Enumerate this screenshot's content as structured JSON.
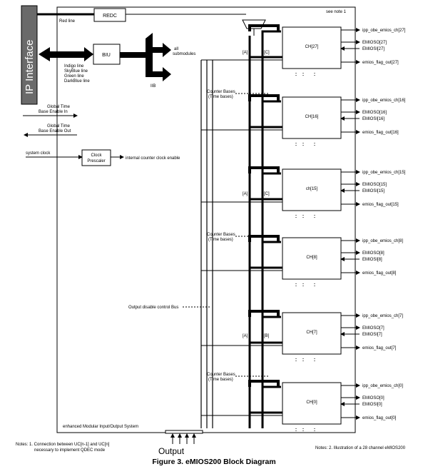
{
  "ip_interface": "IP Interface",
  "redc": {
    "label": "REDC",
    "line": "Red line"
  },
  "biu": {
    "label": "BIU",
    "lines": [
      "Indigo line",
      "SkyBlue line",
      "Green line",
      "DarkBlue line"
    ]
  },
  "iib": {
    "label": "IIB",
    "all_submodules": [
      "all",
      "submodules"
    ]
  },
  "note1_ref": "see note 1",
  "left_signals": {
    "gtbe_in": [
      "Global Time",
      "Base Enable In"
    ],
    "gtbe_out": [
      "Global Time",
      "Base Enable Out"
    ],
    "system_clock": "system clock"
  },
  "clock_prescaler": {
    "label": [
      "Clock",
      "Prescaler"
    ],
    "output": "internal counter clock enable"
  },
  "counter_bases": [
    "Counter Bases",
    "(Time bases)"
  ],
  "bus_labels": {
    "a": "[A]",
    "c": "[C]",
    "b": "[B]"
  },
  "output_disable_bus": "Output disable control Bus",
  "system_label": "enhanced Modular Input/Output System",
  "channels": [
    {
      "name": "CH[27]",
      "obe": "ipp_obe_emios_ch[27]",
      "emios_o": "EMIOSO[27]",
      "emios_i": "EMIOSI[27]",
      "flag": "emios_flag_out[27]"
    },
    {
      "name": "CH[16]",
      "obe": "ipp_obe_emios_ch[16]",
      "emios_o": "EMIOSO[16]",
      "emios_i": "EMIOSI[16]",
      "flag": "emios_flag_out[16]"
    },
    {
      "name": "ch[15]",
      "obe": "ipp_obe_emios_ch[15]",
      "emios_o": "EMIOSO[15]",
      "emios_i": "EMIOSI[15]",
      "flag": "emios_flag_out[15]"
    },
    {
      "name": "CH[8]",
      "obe": "ipp_obe_emios_ch[8]",
      "emios_o": "EMIOSO[8]",
      "emios_i": "EMIOSI[8]",
      "flag": "emios_flag_out[8]"
    },
    {
      "name": "CH[7]",
      "obe": "ipp_obe_emios_ch[7]",
      "emios_o": "EMIOSO[7]",
      "emios_i": "EMIOSI[7]",
      "flag": "emios_flag_out[7]"
    },
    {
      "name": "CH[0]",
      "obe": "ipp_obe_emios_ch[0]",
      "emios_o": "EMIOSO[0]",
      "emios_i": "EMIOSI[0]",
      "flag": "emios_flag_out[0]"
    }
  ],
  "notes": {
    "note1": [
      "Notes: 1. Connection between UC[n-1] and UC[n]",
      "necessary to implement QDEC mode"
    ],
    "note2": "Notes: 2. Illustration of a 28 channel eMIOS200"
  },
  "output_label": "Output",
  "caption": "Figure 3. eMIOS200 Block Diagram"
}
